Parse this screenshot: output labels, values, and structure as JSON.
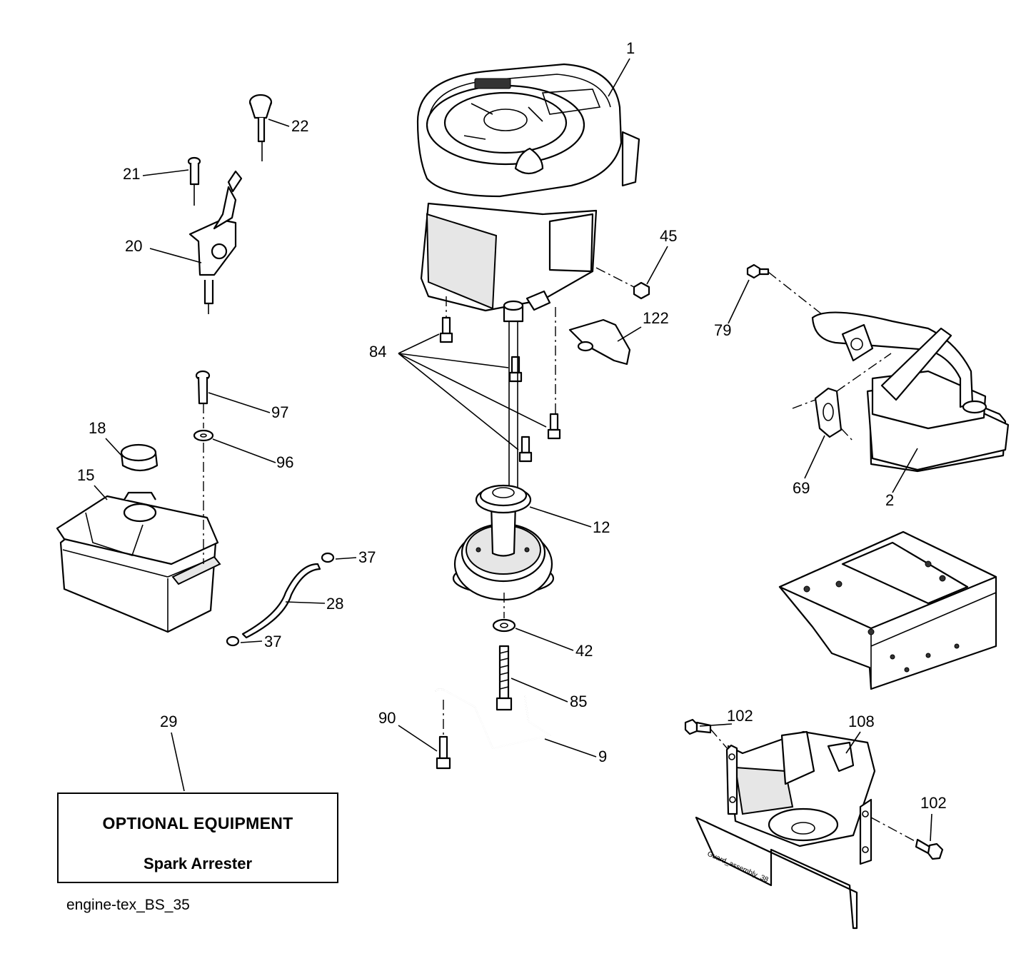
{
  "labels": {
    "l1": "1",
    "l2": "2",
    "l9": "9",
    "l12": "12",
    "l15": "15",
    "l18": "18",
    "l20": "20",
    "l21": "21",
    "l22": "22",
    "l28": "28",
    "l29": "29",
    "l37a": "37",
    "l37b": "37",
    "l42": "42",
    "l45": "45",
    "l69": "69",
    "l79": "79",
    "l84": "84",
    "l85": "85",
    "l90": "90",
    "l96": "96",
    "l97": "97",
    "l102a": "102",
    "l102b": "102",
    "l108": "108",
    "l122": "122"
  },
  "optional_box": {
    "title": "OPTIONAL EQUIPMENT",
    "item": "Spark Arrester"
  },
  "caption": "engine-tex_BS_35",
  "guard_stamp": "Guard_assembly_38"
}
